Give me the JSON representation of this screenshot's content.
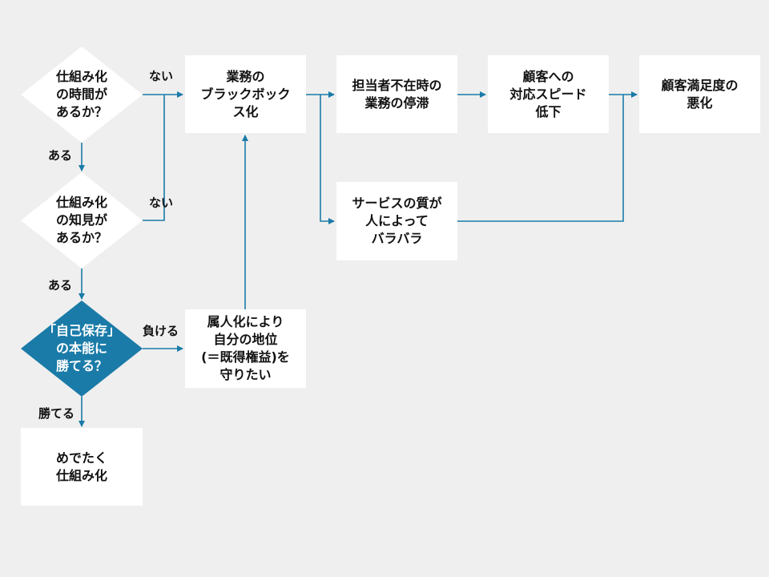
{
  "colors": {
    "background": "#efefef",
    "box": "#ffffff",
    "arrow": "#1a7ba8",
    "diamond_highlight": "#1a7ba8",
    "text": "#111111",
    "text_on_highlight": "#ffffff"
  },
  "nodes": {
    "q1": "仕組み化\nの時間が\nあるか？",
    "q2": "仕組み化\nの知見が\nあるか？",
    "q3": "「自己保存」\nの本能に\n勝てる？",
    "blackbox": "業務の\nブラックボック\nス化",
    "stagnation": "担当者不在時の\n業務の停滞",
    "slowdown": "顧客への\n対応スピード\n低下",
    "dissatisfaction": "顧客満足度の\n悪化",
    "quality": "サービスの質が\n人によって\nバラバラ",
    "protect": "属人化により\n自分の地位\n(＝既得権益)を\n守りたい",
    "success": "めでたく\n仕組み化"
  },
  "edge_labels": {
    "q1_no": "ない",
    "q1_yes": "ある",
    "q2_no": "ない",
    "q2_yes": "ある",
    "q3_lose": "負ける",
    "q3_win": "勝てる"
  }
}
